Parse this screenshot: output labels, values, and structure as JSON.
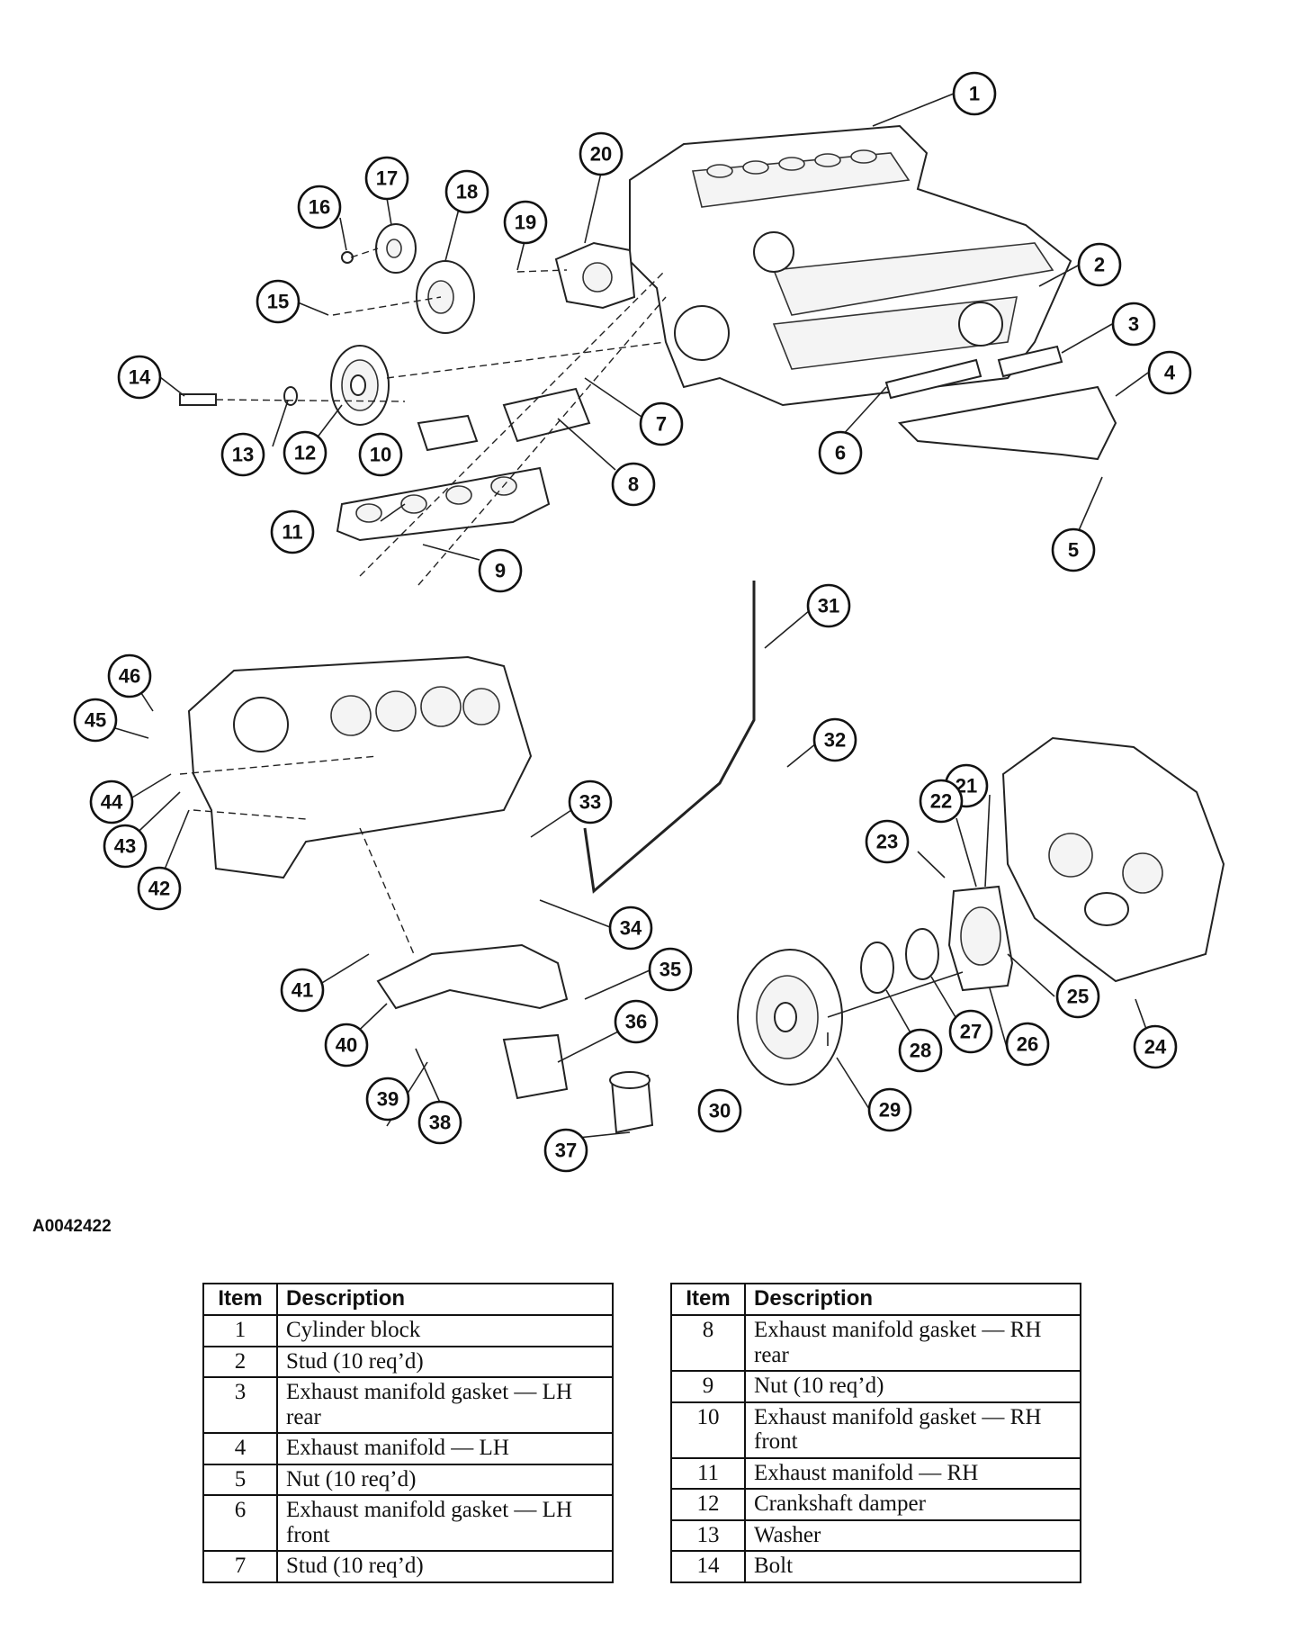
{
  "figure_id": "A0042422",
  "callouts": [
    "1",
    "2",
    "3",
    "4",
    "5",
    "6",
    "7",
    "8",
    "9",
    "10",
    "11",
    "12",
    "13",
    "14",
    "15",
    "16",
    "17",
    "18",
    "19",
    "20",
    "21",
    "22",
    "23",
    "24",
    "25",
    "26",
    "27",
    "28",
    "29",
    "30",
    "31",
    "32",
    "33",
    "34",
    "35",
    "36",
    "37",
    "38",
    "39",
    "40",
    "41",
    "42",
    "43",
    "44",
    "45",
    "46"
  ],
  "legend_left": {
    "header_item": "Item",
    "header_description": "Description",
    "rows": [
      {
        "item": "1",
        "description": "Cylinder block"
      },
      {
        "item": "2",
        "description": "Stud (10 req’d)"
      },
      {
        "item": "3",
        "description": "Exhaust manifold gasket — LH rear"
      },
      {
        "item": "4",
        "description": "Exhaust manifold — LH"
      },
      {
        "item": "5",
        "description": "Nut (10 req’d)"
      },
      {
        "item": "6",
        "description": "Exhaust manifold gasket — LH front"
      },
      {
        "item": "7",
        "description": "Stud (10 req’d)"
      }
    ]
  },
  "legend_right": {
    "header_item": "Item",
    "header_description": "Description",
    "rows": [
      {
        "item": "8",
        "description": "Exhaust manifold gasket — RH rear"
      },
      {
        "item": "9",
        "description": "Nut (10 req’d)"
      },
      {
        "item": "10",
        "description": "Exhaust manifold gasket — RH front"
      },
      {
        "item": "11",
        "description": "Exhaust manifold — RH"
      },
      {
        "item": "12",
        "description": "Crankshaft damper"
      },
      {
        "item": "13",
        "description": "Washer"
      },
      {
        "item": "14",
        "description": "Bolt"
      }
    ]
  }
}
